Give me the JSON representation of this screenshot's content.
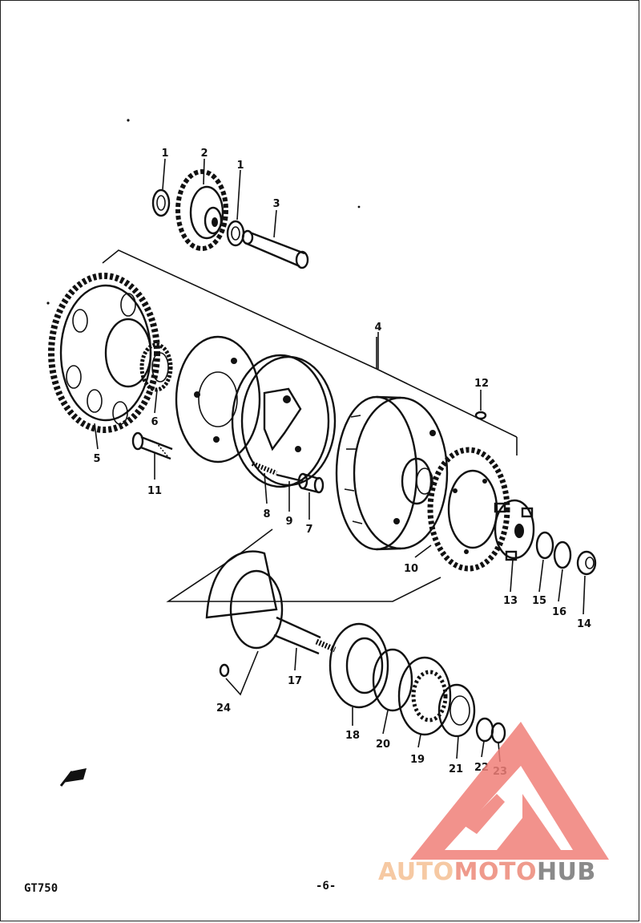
{
  "document": {
    "model_code": "GT750",
    "page_number": "-6-"
  },
  "watermark": {
    "brand_part1": "AUTO",
    "brand_part2": "MOTO",
    "brand_part3": "HUB",
    "triangle_color": "#f07f78",
    "auto_color": "#f6c9a3",
    "moto_color": "#ef9a8c",
    "hub_color": "#8a8a8a"
  },
  "icons": {
    "front_arrow": "front-arrow-icon"
  },
  "callouts": [
    "1",
    "2",
    "1",
    "3",
    "4",
    "5",
    "6",
    "11",
    "8",
    "9",
    "7",
    "12",
    "10",
    "13",
    "15",
    "16",
    "14",
    "17",
    "24",
    "18",
    "20",
    "19",
    "21",
    "22",
    "23"
  ]
}
